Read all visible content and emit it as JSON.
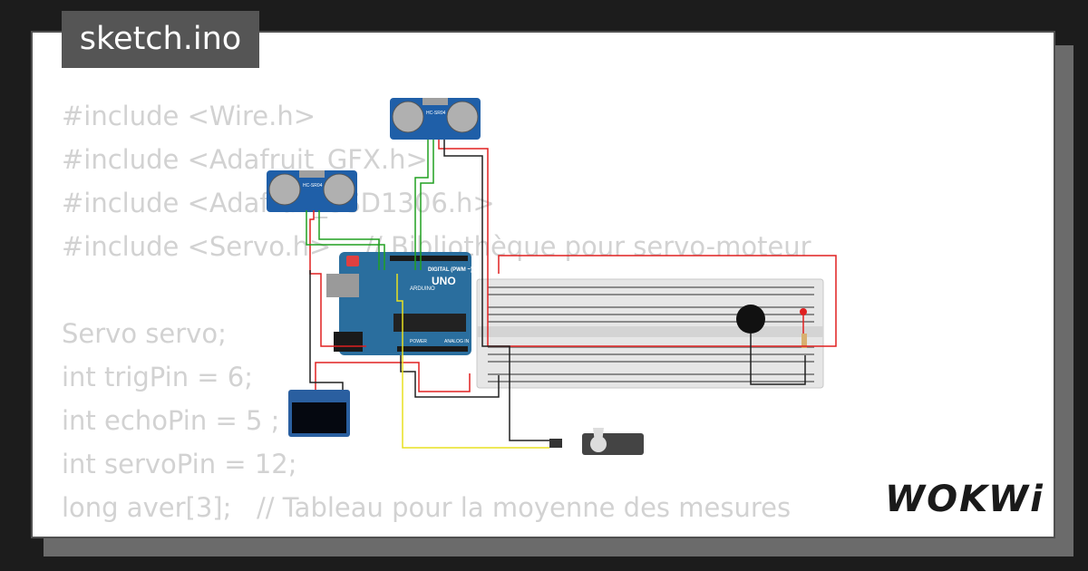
{
  "file_tab": {
    "label": "sketch.ino"
  },
  "code_lines": [
    "#include <Wire.h>",
    "#include <Adafruit_GFX.h>",
    "#include <Adafruit_SSD1306.h>",
    "#include <Servo.h>    // Bibliothèque pour servo-moteur",
    "",
    "Servo servo;",
    "int trigPin = 6;",
    "int echoPin = 5 ;",
    "int servoPin = 12;",
    "long aver[3];   // Tableau pour la moyenne des mesures"
  ],
  "components": {
    "sensor_label": "HC-SR04",
    "arduino_brand": "ARDUINO",
    "arduino_model": "UNO",
    "arduino_digital_label": "DIGITAL (PWM ~)",
    "arduino_power_label": "POWER",
    "arduino_analog_label": "ANALOG IN"
  },
  "logo": {
    "text": "WOKWi"
  },
  "colors": {
    "background": "#1c1c1c",
    "card": "#ffffff",
    "tab": "#555555",
    "code_text": "#d2d2d2",
    "arduino_board": "#2a6e9e",
    "breadboard": "#e6e6e6",
    "wire_red": "#e02020",
    "wire_black": "#202020",
    "wire_green": "#20a020",
    "wire_yellow": "#e8e020"
  }
}
